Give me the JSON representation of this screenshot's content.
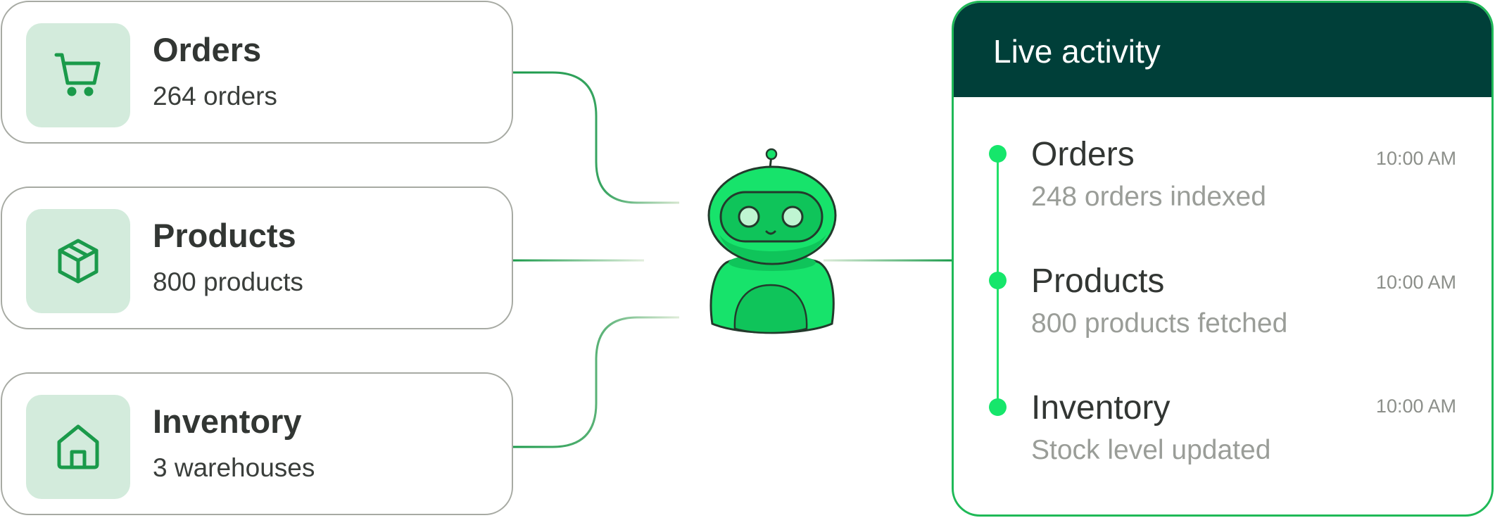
{
  "sources": [
    {
      "title": "Orders",
      "subtitle": "264 orders",
      "icon": "shopping-cart-icon"
    },
    {
      "title": "Products",
      "subtitle": "800 products",
      "icon": "package-box-icon"
    },
    {
      "title": "Inventory",
      "subtitle": "3 warehouses",
      "icon": "warehouse-home-icon"
    }
  ],
  "agent": {
    "icon": "robot-icon"
  },
  "activity": {
    "title": "Live activity",
    "events": [
      {
        "title": "Orders",
        "description": "248 orders indexed",
        "time": "10:00 AM"
      },
      {
        "title": "Products",
        "description": "800 products fetched",
        "time": "10:00 AM"
      },
      {
        "title": "Inventory",
        "description": "Stock level updated",
        "time": "10:00 AM"
      }
    ]
  },
  "colors": {
    "brand_green": "#16e66b",
    "dark_green": "#003f39",
    "icon_green": "#1a9a4a",
    "icon_tile": "#d3ebdc",
    "panel_border": "#1fb957",
    "card_border": "#a7aaa3"
  }
}
